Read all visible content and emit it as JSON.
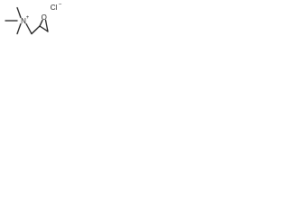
{
  "structure": {
    "cation_atom": "N",
    "cation_charge": "+",
    "ring_atom": "O",
    "counterion": "Cl",
    "counterion_charge": "−",
    "colors": {
      "ink": "#1a1a1a",
      "background": "#ffffff"
    }
  }
}
